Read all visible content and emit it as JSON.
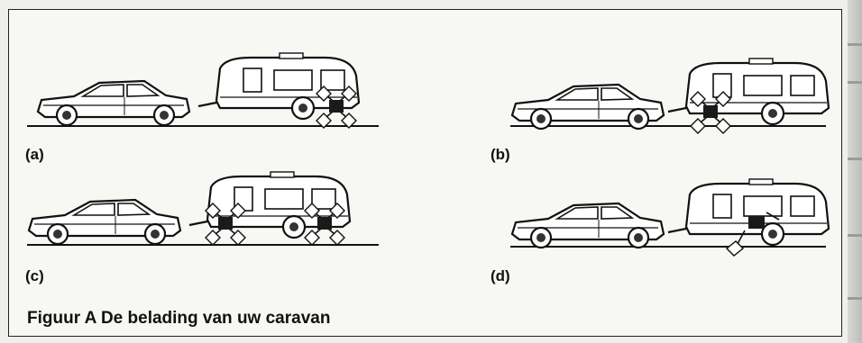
{
  "labels": {
    "a": "(a)",
    "b": "(b)",
    "c": "(c)",
    "d": "(d)"
  },
  "caption": "Figuur A  De belading van uw caravan"
}
